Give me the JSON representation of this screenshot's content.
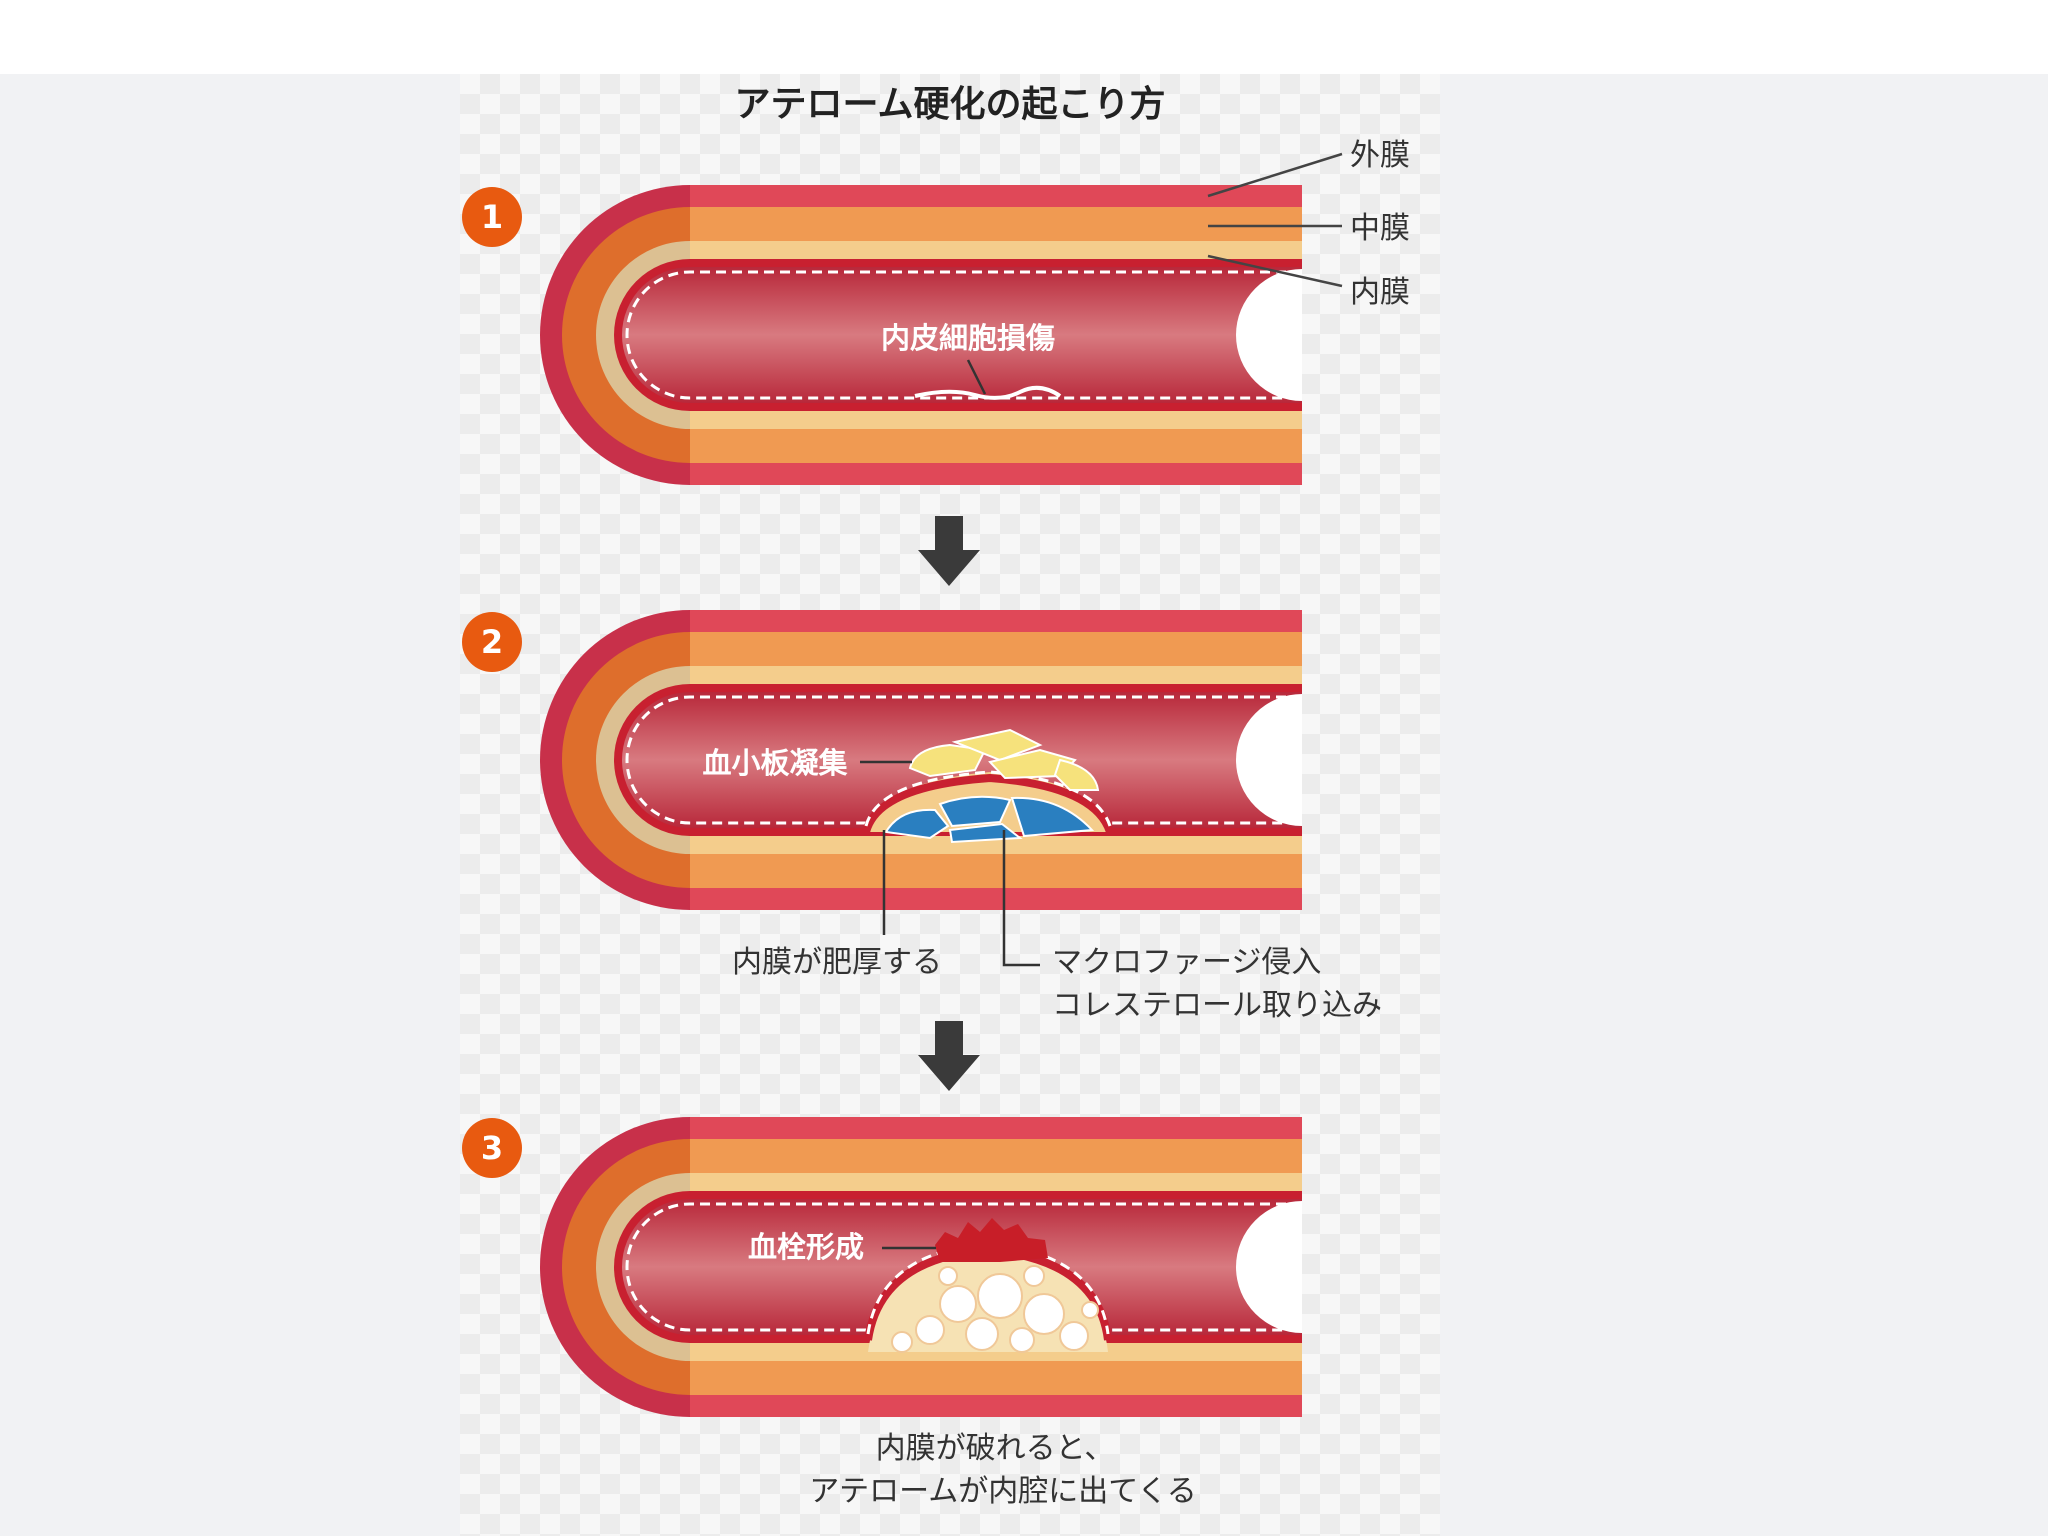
{
  "title": "アテローム硬化の起こり方",
  "layers": {
    "outer": "外膜",
    "middle": "中膜",
    "inner": "内膜"
  },
  "steps": [
    {
      "number": "1",
      "label": "内皮細胞損傷"
    },
    {
      "number": "2",
      "label": "血小板凝集",
      "note_left": "内膜が肥厚する",
      "note_right_1": "マクロファージ侵入",
      "note_right_2": "コレステロール取り込み"
    },
    {
      "number": "3",
      "label": "血栓形成",
      "note_1": "内膜が破れると、",
      "note_2": "アテロームが内腔に出てくる"
    }
  ],
  "colors": {
    "badge": "#e85a10",
    "adventitia": "#e04858",
    "media": "#f09a52",
    "intima": "#f4cd8c",
    "lumen": "#c83848",
    "platelet": "#f6e27c",
    "macrophage": "#2a7fc0",
    "thrombus": "#c81e28",
    "atheroma": "#f6e2b4",
    "arrow": "#3a3a3a"
  }
}
